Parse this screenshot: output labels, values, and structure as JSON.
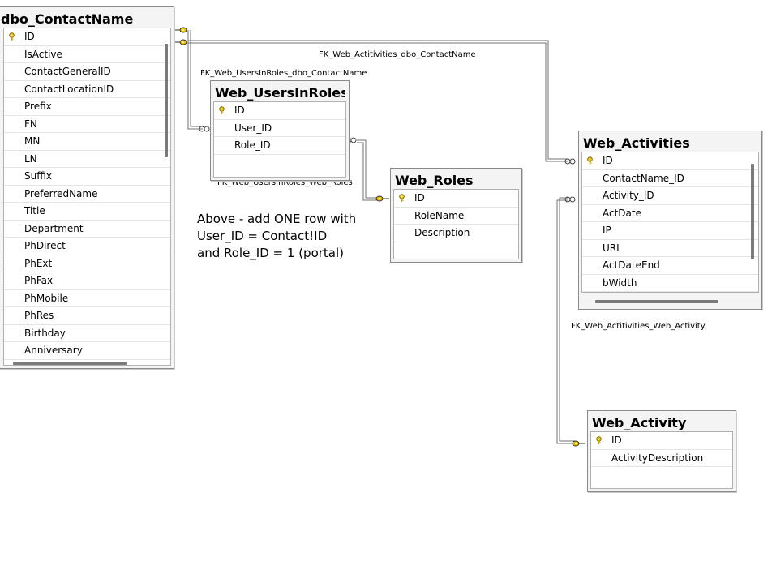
{
  "tables": {
    "contact_name": {
      "title": "dbo_ContactName",
      "columns": [
        {
          "name": "ID",
          "pk": true
        },
        {
          "name": "IsActive"
        },
        {
          "name": "ContactGeneralID"
        },
        {
          "name": "ContactLocationID"
        },
        {
          "name": "Prefix"
        },
        {
          "name": "FN"
        },
        {
          "name": "MN"
        },
        {
          "name": "LN"
        },
        {
          "name": "Suffix"
        },
        {
          "name": "PreferredName"
        },
        {
          "name": "Title"
        },
        {
          "name": "Department"
        },
        {
          "name": "PhDirect"
        },
        {
          "name": "PhExt"
        },
        {
          "name": "PhFax"
        },
        {
          "name": "PhMobile"
        },
        {
          "name": "PhRes"
        },
        {
          "name": "Birthday"
        },
        {
          "name": "Anniversary"
        }
      ]
    },
    "users_in_roles": {
      "title": "Web_UsersInRoles",
      "columns": [
        {
          "name": "ID",
          "pk": true
        },
        {
          "name": "User_ID"
        },
        {
          "name": "Role_ID"
        }
      ]
    },
    "roles": {
      "title": "Web_Roles",
      "columns": [
        {
          "name": "ID",
          "pk": true
        },
        {
          "name": "RoleName"
        },
        {
          "name": "Description"
        }
      ]
    },
    "activities": {
      "title": "Web_Activities",
      "columns": [
        {
          "name": "ID",
          "pk": true
        },
        {
          "name": "ContactName_ID"
        },
        {
          "name": "Activity_ID"
        },
        {
          "name": "ActDate"
        },
        {
          "name": "IP"
        },
        {
          "name": "URL"
        },
        {
          "name": "ActDateEnd"
        },
        {
          "name": "bWidth"
        }
      ]
    },
    "activity": {
      "title": "Web_Activity",
      "columns": [
        {
          "name": "ID",
          "pk": true
        },
        {
          "name": "ActivityDescription"
        }
      ]
    }
  },
  "relationships": {
    "fk_activities_contact": "FK_Web_Actitivities_dbo_ContactName",
    "fk_usersinroles_contact": "FK_Web_UsersInRoles_dbo_ContactName",
    "fk_usersinroles_roles": "FK_Web_UsersInRoles_Web_Roles",
    "fk_activities_activity": "FK_Web_Actitivities_Web_Activity"
  },
  "note": {
    "line1": "Above - add ONE row with",
    "line2": "User_ID = Contact!ID",
    "line3": "and Role_ID = 1 (portal)"
  },
  "colors": {
    "key_icon": "#f2c200",
    "line": "#6a6a6a"
  }
}
